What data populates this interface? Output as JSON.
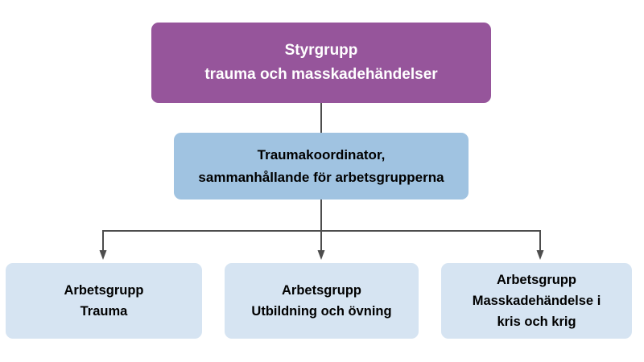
{
  "diagram": {
    "background_color": "#ffffff",
    "connector_color": "#4d4d4d",
    "nodes": {
      "styrgrupp": {
        "lines": [
          "Styrgrupp",
          "trauma och masskadehändelser"
        ],
        "bg": "#96559b",
        "text_color": "#ffffff"
      },
      "traumakoordinator": {
        "lines": [
          "Traumakoordinator,",
          "sammanhållande för arbetsgrupperna"
        ],
        "bg": "#a0c3e1",
        "text_color": "#000000"
      },
      "arbetsgrupp_trauma": {
        "lines": [
          "Arbetsgrupp",
          "Trauma"
        ],
        "bg": "#d6e4f2",
        "text_color": "#000000"
      },
      "arbetsgrupp_utbildning": {
        "lines": [
          "Arbetsgrupp",
          "Utbildning och övning"
        ],
        "bg": "#d6e4f2",
        "text_color": "#000000"
      },
      "arbetsgrupp_masskadehandelse": {
        "lines": [
          "Arbetsgrupp",
          "Masskadehändelse i",
          "kris och krig"
        ],
        "bg": "#d6e4f2",
        "text_color": "#000000"
      }
    }
  }
}
